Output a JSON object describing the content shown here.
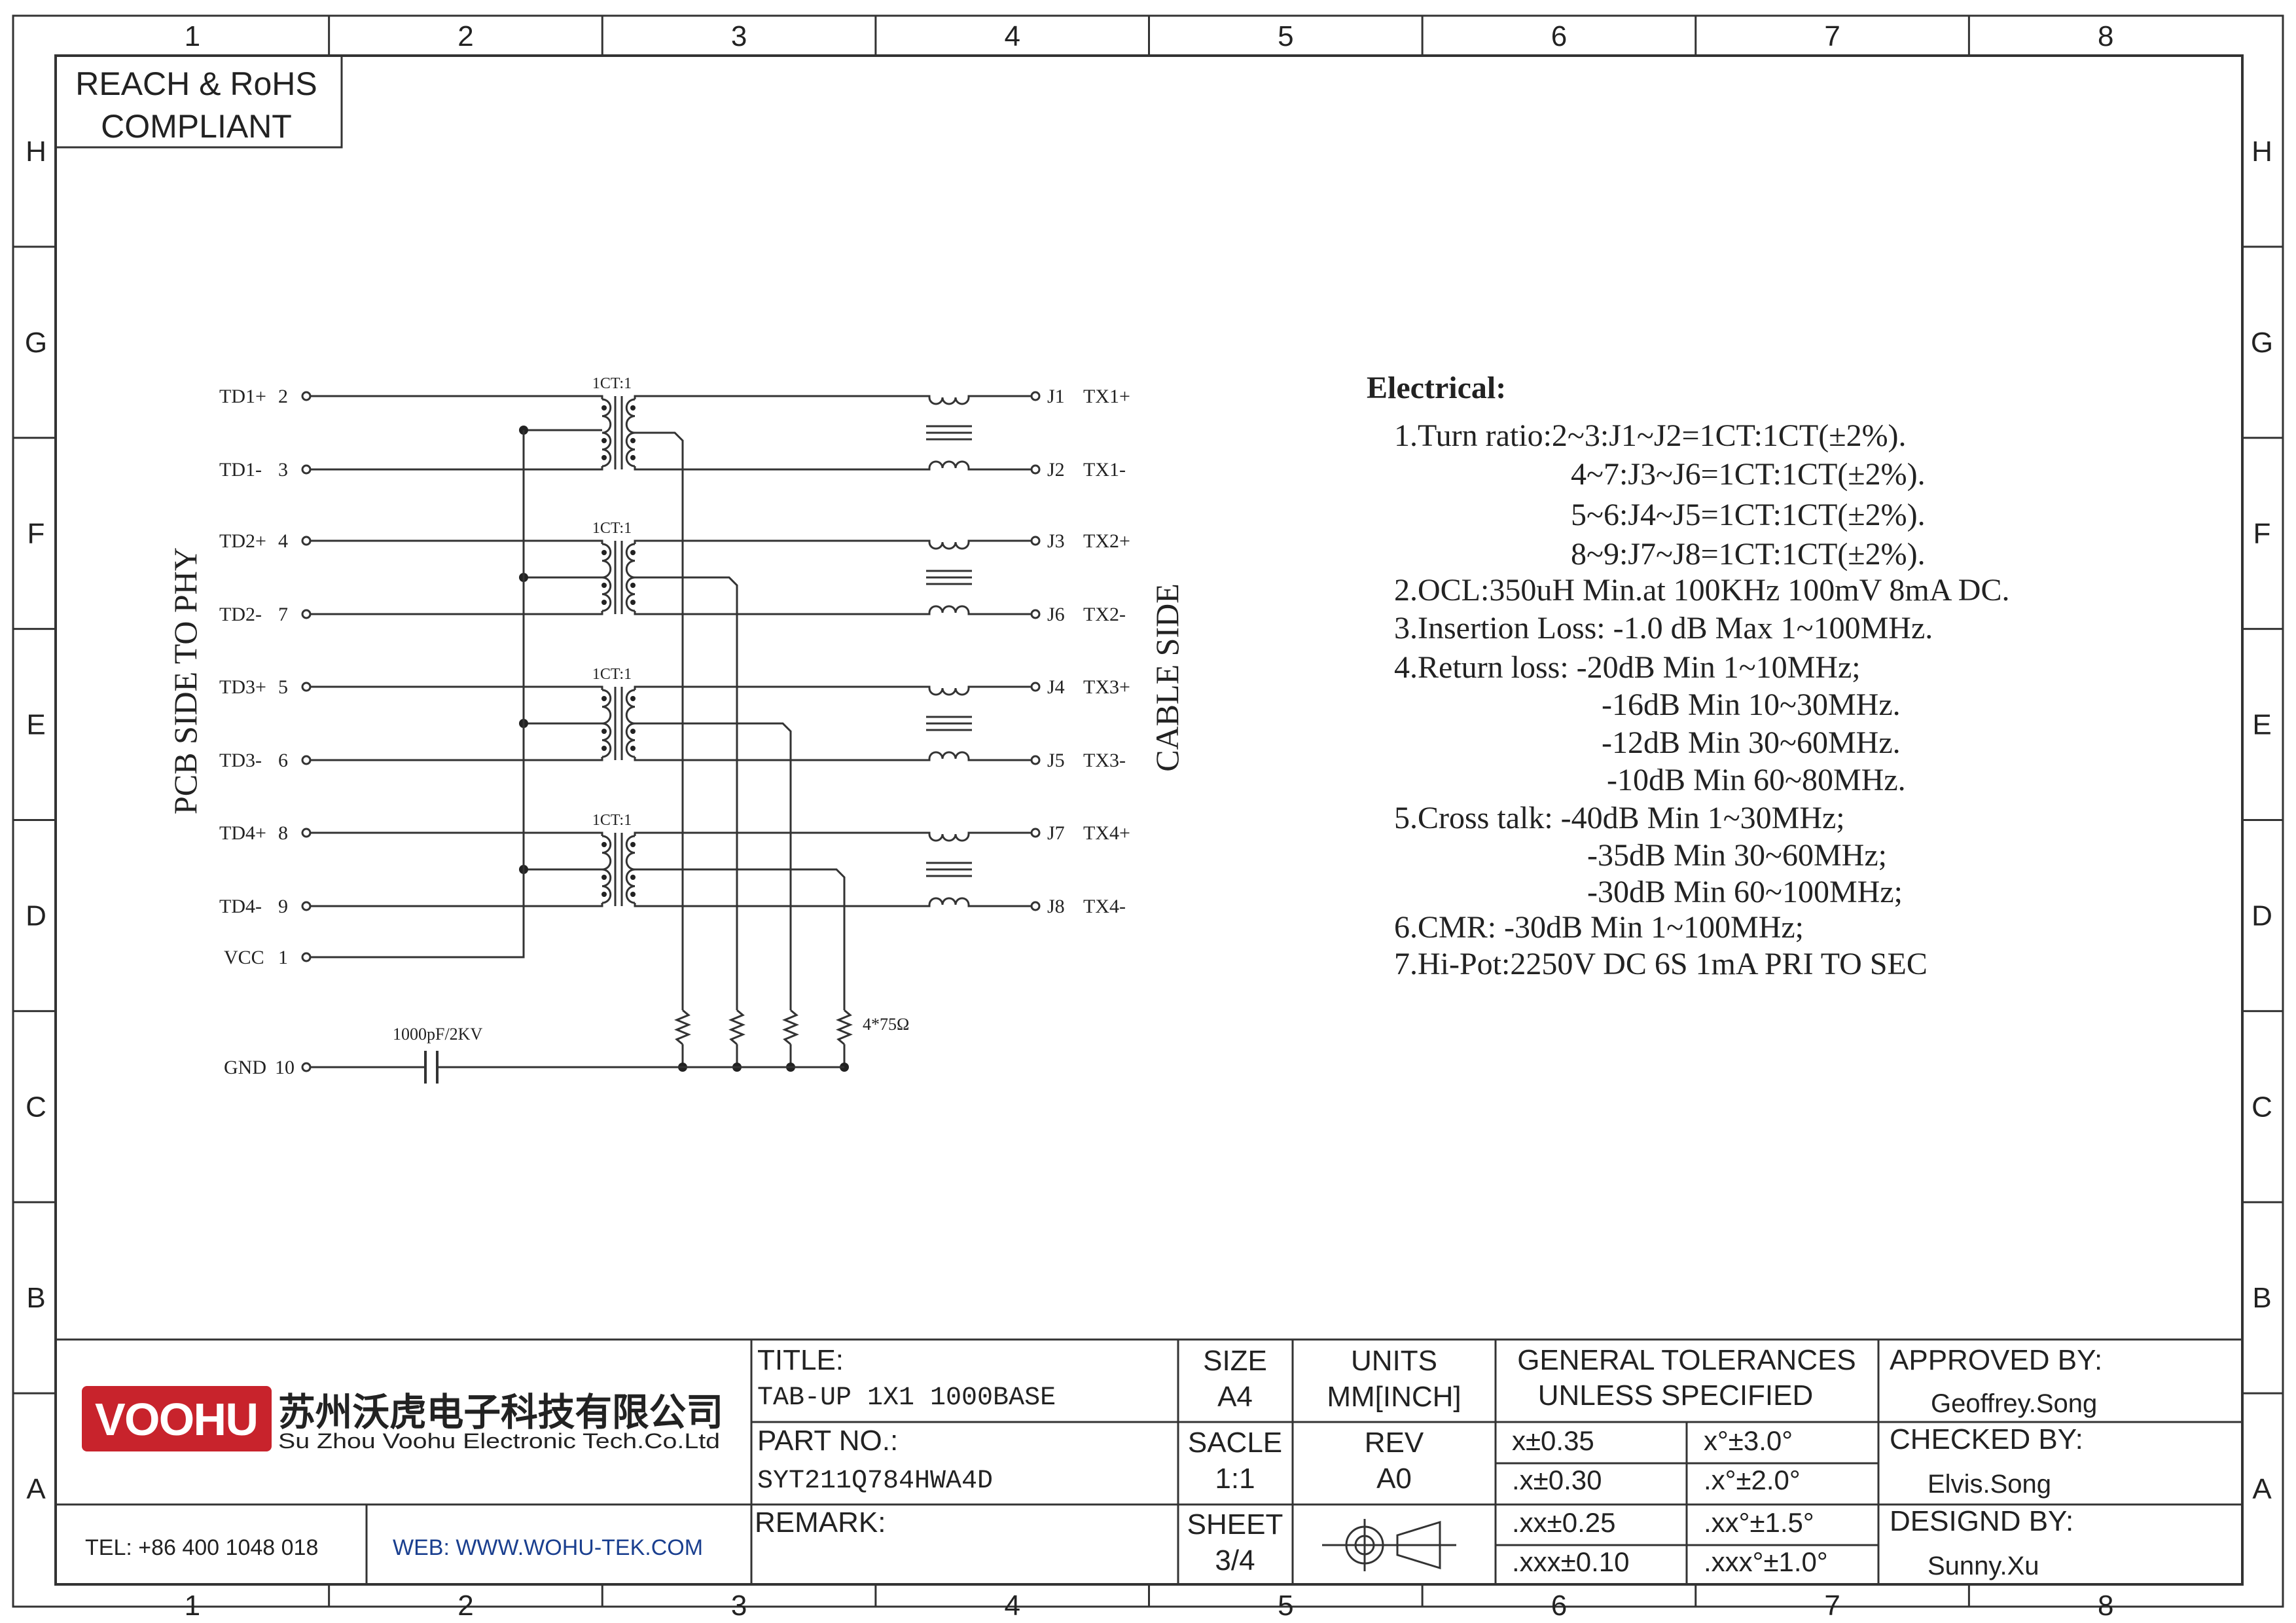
{
  "frame": {
    "col_labels": [
      "1",
      "2",
      "3",
      "4",
      "5",
      "6",
      "7",
      "8"
    ],
    "row_labels": [
      "H",
      "G",
      "F",
      "E",
      "D",
      "C",
      "B",
      "A"
    ]
  },
  "compliance": {
    "line1": "REACH & RoHS",
    "line2": "COMPLIANT"
  },
  "schematic": {
    "left_side_label": "PCB SIDE TO PHY",
    "right_side_label": "CABLE SIDE",
    "ratio_label": "1CT:1",
    "left_pins": [
      {
        "name": "TD1+",
        "num": "2"
      },
      {
        "name": "TD1-",
        "num": "3"
      },
      {
        "name": "TD2+",
        "num": "4"
      },
      {
        "name": "TD2-",
        "num": "7"
      },
      {
        "name": "TD3+",
        "num": "5"
      },
      {
        "name": "TD3-",
        "num": "6"
      },
      {
        "name": "TD4+",
        "num": "8"
      },
      {
        "name": "TD4-",
        "num": "9"
      },
      {
        "name": "VCC",
        "num": "1"
      },
      {
        "name": "GND",
        "num": "10"
      }
    ],
    "right_pins": [
      {
        "pin": "J1",
        "name": "TX1+"
      },
      {
        "pin": "J2",
        "name": "TX1-"
      },
      {
        "pin": "J3",
        "name": "TX2+"
      },
      {
        "pin": "J6",
        "name": "TX2-"
      },
      {
        "pin": "J4",
        "name": "TX3+"
      },
      {
        "pin": "J5",
        "name": "TX3-"
      },
      {
        "pin": "J7",
        "name": "TX4+"
      },
      {
        "pin": "J8",
        "name": "TX4-"
      }
    ],
    "capacitor_label": "1000pF/2KV",
    "resistor_label": "4*75Ω"
  },
  "electrical": {
    "heading": "Electrical:",
    "lines": [
      "1.Turn ratio:2~3:J1~J2=1CT:1CT(±2%).",
      "4~7:J3~J6=1CT:1CT(±2%).",
      "5~6:J4~J5=1CT:1CT(±2%).",
      "8~9:J7~J8=1CT:1CT(±2%).",
      "2.OCL:350uH Min.at 100KHz 100mV 8mA DC.",
      "3.Insertion Loss: -1.0 dB Max 1~100MHz.",
      "4.Return loss: -20dB Min 1~10MHz;",
      "-16dB Min 10~30MHz.",
      "-12dB Min 30~60MHz.",
      "-10dB Min 60~80MHz.",
      "5.Cross talk: -40dB Min 1~30MHz;",
      "-35dB Min 30~60MHz;",
      "-30dB Min 60~100MHz;",
      "6.CMR: -30dB Min 1~100MHz;",
      "7.Hi-Pot:2250V DC 6S 1mA PRI TO SEC"
    ]
  },
  "title_block": {
    "logo_text": "VOOHU",
    "company_cn": "苏州沃虎电子科技有限公司",
    "company_en": "Su Zhou Voohu Electronic Tech.Co.Ltd",
    "tel": "TEL: +86 400 1048 018",
    "web": "WEB: WWW.WOHU-TEK.COM",
    "title_label": "TITLE:",
    "title_value": "TAB-UP 1X1 1000BASE",
    "part_label": "PART NO.:",
    "part_value": "SYT211Q784HWA4D",
    "remark_label": "REMARK:",
    "size_label": "SIZE",
    "size_value": "A4",
    "units_label": "UNITS",
    "units_value": "MM[INCH]",
    "scale_label": "SACLE",
    "scale_value": "1:1",
    "rev_label": "REV",
    "rev_value": "A0",
    "sheet_label": "SHEET",
    "sheet_value": "3/4",
    "tol_line1": "GENERAL TOLERANCES",
    "tol_line2": "UNLESS SPECIFIED",
    "tolerances": [
      [
        "x±0.35",
        "x°±3.0°"
      ],
      [
        ".x±0.30",
        ".x°±2.0°"
      ],
      [
        ".xx±0.25",
        ".xx°±1.5°"
      ],
      [
        ".xxx±0.10",
        ".xxx°±1.0°"
      ]
    ],
    "approved_label": "APPROVED BY:",
    "approved_value": "Geoffrey.Song",
    "checked_label": "CHECKED BY:",
    "checked_value": "Elvis.Song",
    "designed_label": "DESIGND BY:",
    "designed_value": "Sunny.Xu",
    "brand_color": "#c8232c"
  }
}
